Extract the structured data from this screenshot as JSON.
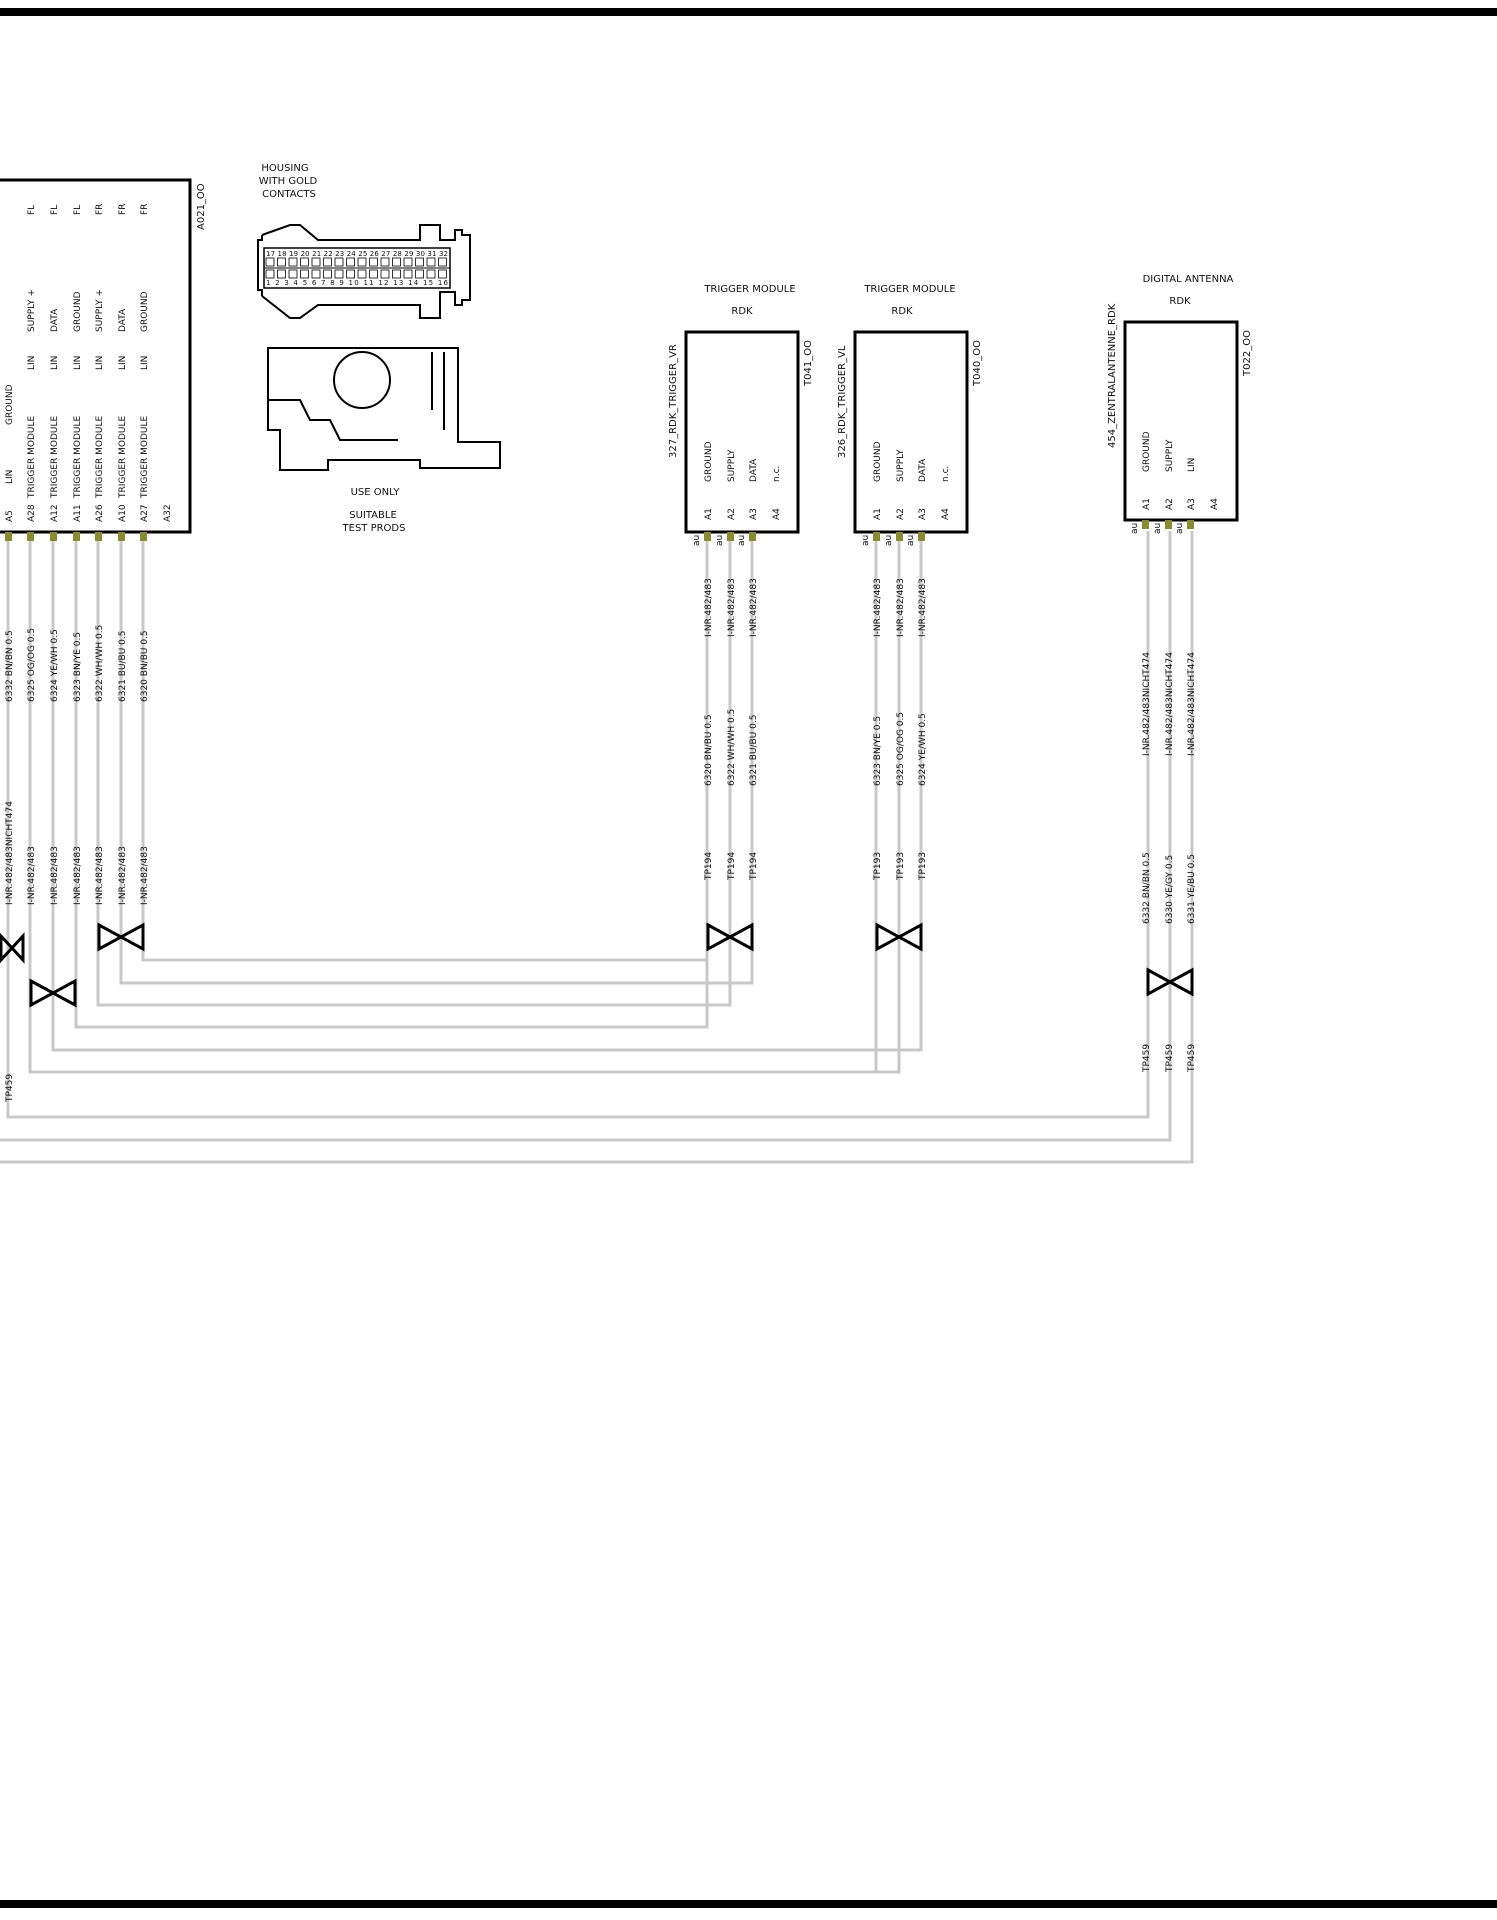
{
  "ecu": {
    "id": "A021_OO",
    "pins": [
      {
        "pin": "A5",
        "func": "LIN",
        "bus": "GROUND",
        "side": ""
      },
      {
        "pin": "A28",
        "func": "TRIGGER MODULE",
        "bus": "LIN",
        "sig": "SUPPLY +",
        "side": "FL"
      },
      {
        "pin": "A12",
        "func": "TRIGGER MODULE",
        "bus": "LIN",
        "sig": "DATA",
        "side": "FL"
      },
      {
        "pin": "A11",
        "func": "TRIGGER MODULE",
        "bus": "LIN",
        "sig": "GROUND",
        "side": "FL"
      },
      {
        "pin": "A26",
        "func": "TRIGGER MODULE",
        "bus": "LIN",
        "sig": "SUPPLY +",
        "side": "FR"
      },
      {
        "pin": "A10",
        "func": "TRIGGER MODULE",
        "bus": "LIN",
        "sig": "DATA",
        "side": "FR"
      },
      {
        "pin": "A27",
        "func": "TRIGGER MODULE",
        "bus": "LIN",
        "sig": "GROUND",
        "side": "FR"
      },
      {
        "pin": "A32",
        "func": "",
        "bus": "",
        "sig": "",
        "side": ""
      }
    ],
    "wires": [
      "6332 BN/BN 0.5",
      "6325 OG/OG 0.5",
      "6324 YE/WH 0.5",
      "6323 BN/YE 0.5",
      "6322 WH/WH 0.5",
      "6321 BU/BU 0.5",
      "6320 BN/BU 0.5"
    ],
    "inr": [
      "I-NR.482/483NICHT474",
      "I-NR.482/483",
      "I-NR.482/483",
      "I-NR.482/483",
      "I-NR.482/483",
      "I-NR.482/483",
      "I-NR.482/483"
    ],
    "tp": "TP459"
  },
  "housing": {
    "title_lines": [
      "HOUSING",
      "WITH GOLD",
      "CONTACTS"
    ],
    "note_lines": [
      "USE ONLY",
      "SUITABLE",
      "TEST PRODS"
    ],
    "top_pins": "17 18 19 20 21 22 23 24 25 26 27 28 29 30 31 32",
    "bottom_pins": "1 2 3 4 5 6 7 8 9 10 11 12 13 14 15 16"
  },
  "modules": [
    {
      "title": [
        "TRIGGER MODULE",
        "RDK"
      ],
      "name": "327_RDK_TRIGGER_VR",
      "id": "T041_OO",
      "pins": [
        {
          "pin": "A1",
          "sig": "GROUND"
        },
        {
          "pin": "A2",
          "sig": "SUPPLY"
        },
        {
          "pin": "A3",
          "sig": "DATA"
        },
        {
          "pin": "A4",
          "sig": "n.c."
        }
      ],
      "au": "au",
      "inr": [
        "I-NR.482/483",
        "I-NR.482/483",
        "I-NR.482/483"
      ],
      "wires": [
        "6320 BN/BU 0.5",
        "6322 WH/WH 0.5",
        "6321 BU/BU 0.5"
      ],
      "tp": [
        "TP194",
        "TP194",
        "TP194"
      ]
    },
    {
      "title": [
        "TRIGGER MODULE",
        "RDK"
      ],
      "name": "326_RDK_TRIGGER_VL",
      "id": "T040_OO",
      "pins": [
        {
          "pin": "A1",
          "sig": "GROUND"
        },
        {
          "pin": "A2",
          "sig": "SUPPLY"
        },
        {
          "pin": "A3",
          "sig": "DATA"
        },
        {
          "pin": "A4",
          "sig": "n.c."
        }
      ],
      "au": "au",
      "inr": [
        "I-NR.482/483",
        "I-NR.482/483",
        "I-NR.482/483"
      ],
      "wires": [
        "6323 BN/YE 0.5",
        "6325 OG/OG 0.5",
        "6324 YE/WH 0.5"
      ],
      "tp": [
        "TP193",
        "TP193",
        "TP193"
      ]
    },
    {
      "title": [
        "DIGITAL    ANTENNA",
        "RDK"
      ],
      "name": "454_ZENTRALANTENNE_RDK",
      "id": "T022_OO",
      "pins": [
        {
          "pin": "A1",
          "sig": "GROUND"
        },
        {
          "pin": "A2",
          "sig": "SUPPLY"
        },
        {
          "pin": "A3",
          "sig": "LIN"
        },
        {
          "pin": "A4",
          "sig": ""
        }
      ],
      "au": "au",
      "inr": [
        "I-NR.482/483NICHT474",
        "I-NR.482/483NICHT474",
        "I-NR.482/483NICHT474"
      ],
      "wires": [
        "6332 BN/BN 0.5",
        "6330 YE/GY 0.5",
        "6331 YE/BU 0.5"
      ],
      "tp": [
        "TP459",
        "TP459",
        "TP459"
      ]
    }
  ],
  "colors": {
    "wire": "#c8c8c8",
    "pinDot": "#8a8a30",
    "ink": "#000000"
  }
}
